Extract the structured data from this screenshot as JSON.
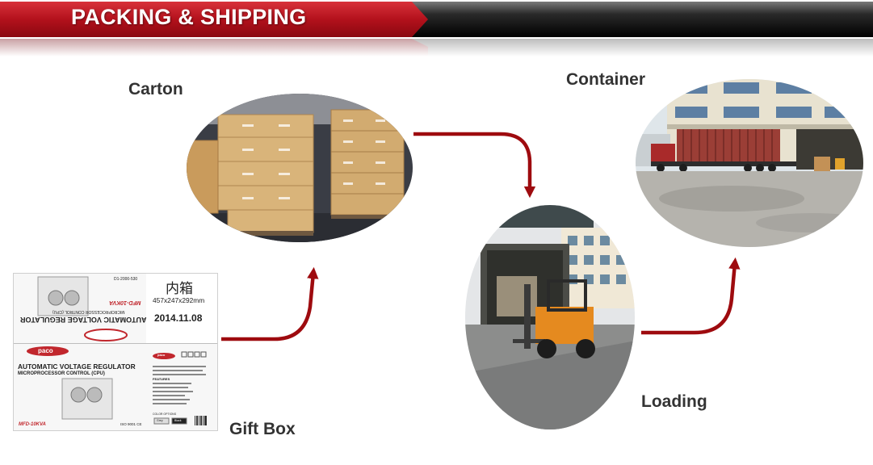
{
  "banner": {
    "title": "PACKING & SHIPPING"
  },
  "labels": {
    "carton": "Carton",
    "container": "Container",
    "loading": "Loading",
    "gift_box": "Gift Box"
  },
  "gift_box": {
    "inner_carton_cn": "内箱",
    "dimensions": "457x247x292mm",
    "date": "2014.11.08",
    "brand": "paco",
    "product_title": "AUTOMATIC VOLTAGE REGULATOR",
    "product_subtitle": "MICROPROCESSOR CONTROL (CPU)",
    "model": "MFD-10KVA",
    "code": "D1-2000-530",
    "features_heading": "FEATURES",
    "color_options_heading": "COLOR OPTIONS",
    "color_grey": "Grey",
    "color_black": "Black",
    "cert": "ISO 9001 CE"
  },
  "colors": {
    "banner_red": "#b3111c",
    "arrow_red": "#9e0b0f",
    "label_text": "#333333"
  }
}
